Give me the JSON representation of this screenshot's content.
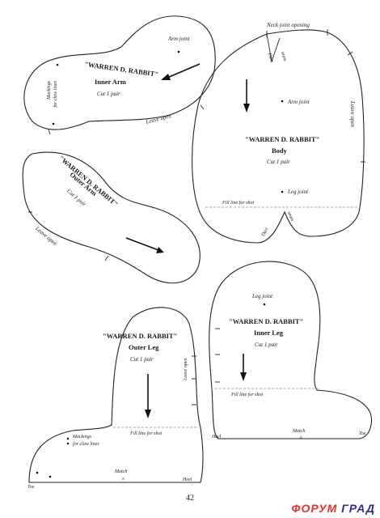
{
  "page": {
    "number": "42"
  },
  "watermark": {
    "part1": "ФОРУМ",
    "part2": "ГРАД"
  },
  "pieces": {
    "inner_arm": {
      "title": "\"WARREN D. RABBIT\"",
      "name": "Inner Arm",
      "cut": "Cut 1 pair",
      "arm_joint": "Arm joint",
      "leave_open": "Leave open",
      "markings_1": "Markings",
      "markings_2": "for claw lines"
    },
    "outer_arm": {
      "title": "\"WARREN D. RABBIT\"",
      "name": "Outer Arm",
      "cut": "Cut 1 pair",
      "leave_open": "Leave open"
    },
    "body": {
      "title": "\"WARREN D. RABBIT\"",
      "name": "Body",
      "cut": "Cut 1 pair",
      "neck_opening": "Neck joint opening",
      "dart_left": "Dart",
      "dart_right": "seam",
      "arm_joint": "Arm joint",
      "leg_joint": "Leg joint",
      "leave_open": "Leave open",
      "fill_line": "Fill line for shot",
      "dart_bottom_left": "Dart",
      "seam_bottom": "seam"
    },
    "inner_leg": {
      "title": "\"WARREN D. RABBIT\"",
      "name": "Inner Leg",
      "cut": "Cut 1 pair",
      "leg_joint": "Leg joint",
      "fill_line": "Fill line for shot",
      "match": "Match",
      "heel": "Heel",
      "toe": "Toe"
    },
    "outer_leg": {
      "title": "\"WARREN D. RABBIT\"",
      "name": "Outer Leg",
      "cut": "Cut 1 pair",
      "leave_open": "Leave open",
      "fill_line": "Fill line for shot",
      "markings_1": "Markings",
      "markings_2": "for claw lines",
      "match": "Match",
      "heel": "Heel",
      "toe": "Toe"
    }
  }
}
